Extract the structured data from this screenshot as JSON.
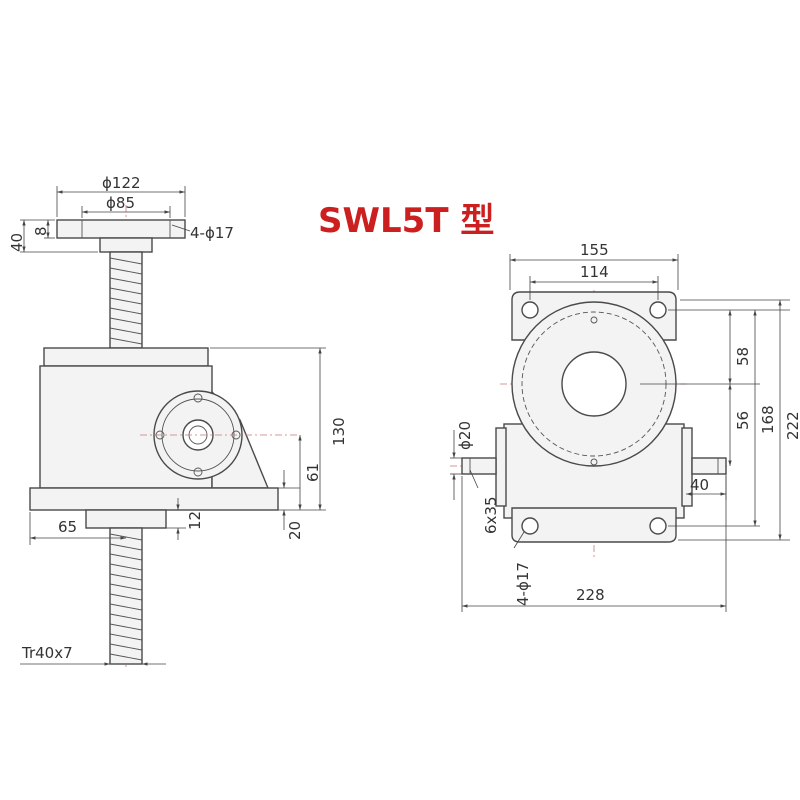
{
  "title": {
    "text": "SWL5T 型",
    "color": "#cc1f1f"
  },
  "side_view": {
    "flange_outer_dia": "ϕ122",
    "flange_inner_dia": "ϕ85",
    "flange_holes": "4-ϕ17",
    "height_total": "40",
    "flange_thickness": "8",
    "body_height": "130",
    "input_center_height": "61",
    "base_plate_height": "20",
    "nut_height": "12",
    "screw_offset": "65",
    "screw_thread": "Tr40x7"
  },
  "front_view": {
    "width_overall": "155",
    "hole_spacing_top": "114",
    "upper_spacing": "58",
    "lower_spacing": "56",
    "hole_spacing_vertical": "168",
    "height_overall": "222",
    "shaft_dia": "ϕ20",
    "key": "6x35",
    "shaft_length": "40",
    "base_holes": "4-ϕ17",
    "shaft_span": "228"
  }
}
